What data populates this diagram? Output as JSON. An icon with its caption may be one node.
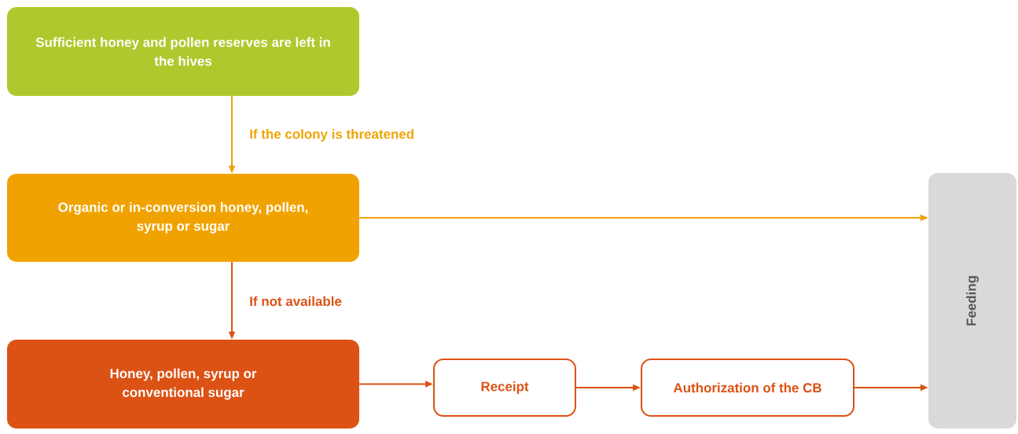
{
  "diagram": {
    "nodes": [
      {
        "text": [
          "Sufficient honey and pollen reserves are left in the hives"
        ]
      },
      {
        "text": [
          "Organic or in-conversion honey, pollen, syrup or sugar"
        ]
      },
      {
        "text": [
          "Honey, pollen, syrup or conventional sugar"
        ]
      },
      {
        "text": [
          "Receipt"
        ]
      },
      {
        "text": [
          "Authorization of the CB"
        ]
      },
      {
        "text": [
          "Feeding"
        ]
      }
    ],
    "edges": [
      {
        "from": 0,
        "to": 1,
        "arrow": "to",
        "label": "If the colony is threatened",
        "color": "#f0a300"
      },
      {
        "from": 1,
        "to": 5,
        "arrow": "to",
        "color": "#f0a300"
      },
      {
        "from": 1,
        "to": 2,
        "arrow": "to",
        "label": "If not available"
      },
      {
        "from": 2,
        "to": 3,
        "arrow": "to"
      },
      {
        "from": 3,
        "to": 4,
        "arrow": "to"
      },
      {
        "from": 4,
        "to": 5,
        "arrow": "to"
      }
    ]
  }
}
